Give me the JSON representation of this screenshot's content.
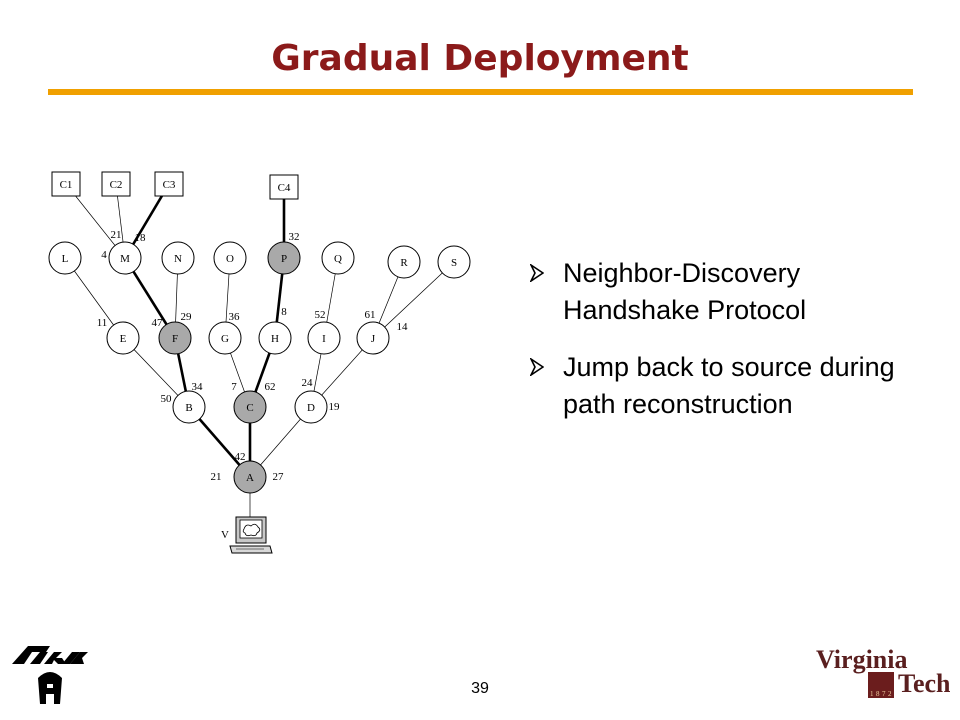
{
  "slide": {
    "title": "Gradual Deployment",
    "page_number": "39"
  },
  "bullets": [
    "Neighbor-Discovery Handshake Protocol",
    "Jump back to source during path reconstruction"
  ],
  "diagram": {
    "nodes": [
      {
        "id": "C1",
        "label": "C1",
        "shape": "box",
        "shaded": false
      },
      {
        "id": "C2",
        "label": "C2",
        "shape": "box",
        "shaded": false
      },
      {
        "id": "C3",
        "label": "C3",
        "shape": "box",
        "shaded": false
      },
      {
        "id": "C4",
        "label": "C4",
        "shape": "box",
        "shaded": false
      },
      {
        "id": "L",
        "label": "L",
        "shape": "circle",
        "shaded": false
      },
      {
        "id": "M",
        "label": "M",
        "shape": "circle",
        "shaded": false
      },
      {
        "id": "N",
        "label": "N",
        "shape": "circle",
        "shaded": false
      },
      {
        "id": "O",
        "label": "O",
        "shape": "circle",
        "shaded": false
      },
      {
        "id": "P",
        "label": "P",
        "shape": "circle",
        "shaded": true
      },
      {
        "id": "Q",
        "label": "Q",
        "shape": "circle",
        "shaded": false
      },
      {
        "id": "R",
        "label": "R",
        "shape": "circle",
        "shaded": false
      },
      {
        "id": "S",
        "label": "S",
        "shape": "circle",
        "shaded": false
      },
      {
        "id": "E",
        "label": "E",
        "shape": "circle",
        "shaded": false
      },
      {
        "id": "F",
        "label": "F",
        "shape": "circle",
        "shaded": true
      },
      {
        "id": "G",
        "label": "G",
        "shape": "circle",
        "shaded": false
      },
      {
        "id": "H",
        "label": "H",
        "shape": "circle",
        "shaded": false
      },
      {
        "id": "I",
        "label": "I",
        "shape": "circle",
        "shaded": false
      },
      {
        "id": "J",
        "label": "J",
        "shape": "circle",
        "shaded": false
      },
      {
        "id": "B",
        "label": "B",
        "shape": "circle",
        "shaded": false
      },
      {
        "id": "C",
        "label": "C",
        "shape": "circle",
        "shaded": true
      },
      {
        "id": "D",
        "label": "D",
        "shape": "circle",
        "shaded": false
      },
      {
        "id": "A",
        "label": "A",
        "shape": "circle",
        "shaded": true
      }
    ],
    "edges": [
      {
        "from": "C1",
        "to": "M",
        "bold": false
      },
      {
        "from": "C2",
        "to": "M",
        "bold": false
      },
      {
        "from": "C3",
        "to": "M",
        "bold": true
      },
      {
        "from": "C4",
        "to": "P",
        "bold": true
      },
      {
        "from": "L",
        "to": "E",
        "bold": false
      },
      {
        "from": "M",
        "to": "F",
        "bold": true
      },
      {
        "from": "N",
        "to": "F",
        "bold": false
      },
      {
        "from": "O",
        "to": "G",
        "bold": false
      },
      {
        "from": "P",
        "to": "H",
        "bold": true
      },
      {
        "from": "Q",
        "to": "I",
        "bold": false
      },
      {
        "from": "R",
        "to": "J",
        "bold": false
      },
      {
        "from": "S",
        "to": "J",
        "bold": false
      },
      {
        "from": "E",
        "to": "B",
        "bold": false
      },
      {
        "from": "F",
        "to": "B",
        "bold": true
      },
      {
        "from": "G",
        "to": "C",
        "bold": false
      },
      {
        "from": "H",
        "to": "C",
        "bold": true
      },
      {
        "from": "I",
        "to": "D",
        "bold": false
      },
      {
        "from": "J",
        "to": "D",
        "bold": false
      },
      {
        "from": "B",
        "to": "A",
        "bold": true
      },
      {
        "from": "C",
        "to": "A",
        "bold": true
      },
      {
        "from": "D",
        "to": "A",
        "bold": false
      },
      {
        "from": "A",
        "to": "V",
        "bold": false
      }
    ],
    "edge_labels": [
      "4",
      "21",
      "18",
      "32",
      "11",
      "47",
      "29",
      "36",
      "8",
      "52",
      "61",
      "14",
      "34",
      "7",
      "62",
      "24",
      "50",
      "19",
      "42",
      "21",
      "27"
    ],
    "victim_label": "V"
  },
  "colors": {
    "title": "#8b1a1a",
    "rule": "#f0a000",
    "node_shaded": "#a9a9a9",
    "node_plain": "#ffffff",
    "edge": "#000000",
    "arrow_bullet": "#000000"
  },
  "logos": {
    "left_text": "ARIS",
    "right_text_line1": "Virginia",
    "right_text_line2": "Tech"
  }
}
